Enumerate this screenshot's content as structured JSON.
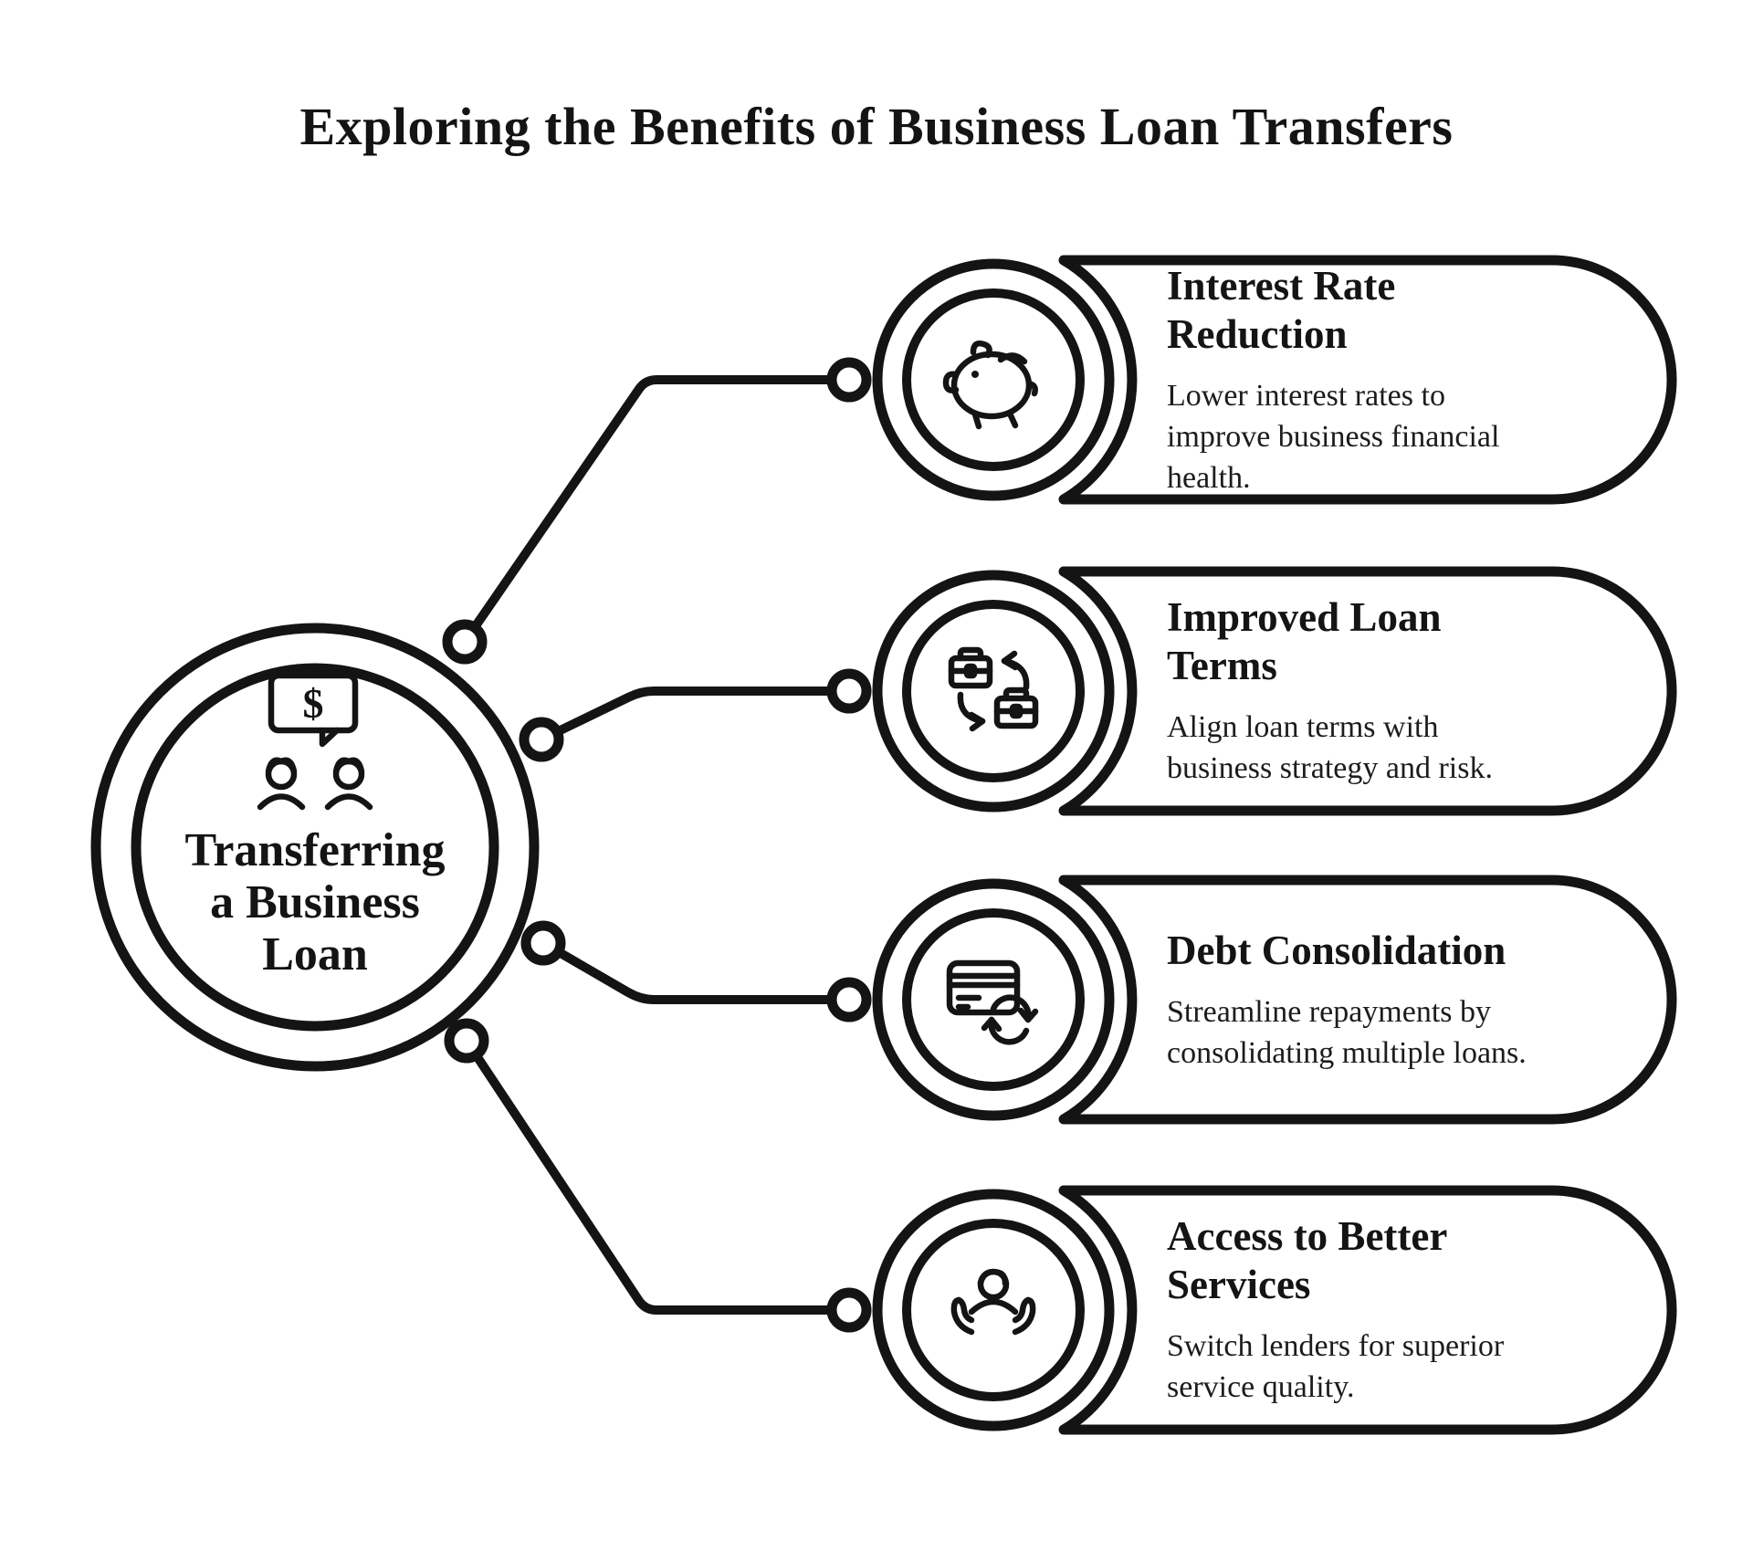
{
  "main": {
    "title": "Exploring the Benefits of Business Loan Transfers"
  },
  "colors": {
    "ink": "#141414",
    "background": "#ffffff"
  },
  "center": {
    "label_lines": [
      "Transferring",
      "a Business",
      "Loan"
    ],
    "icon": "dollar-speech-bubble-people-icon",
    "dollar_sign": "$"
  },
  "items": [
    {
      "icon": "piggy-bank-icon",
      "title_lines": [
        "Interest Rate",
        "Reduction"
      ],
      "desc_lines": [
        "Lower interest rates to",
        "improve business financial",
        "health."
      ]
    },
    {
      "icon": "briefcase-swap-icon",
      "title_lines": [
        "Improved Loan",
        "Terms"
      ],
      "desc_lines": [
        "Align loan terms with",
        "business strategy and risk."
      ]
    },
    {
      "icon": "credit-card-refresh-icon",
      "title_lines": [
        "Debt Consolidation"
      ],
      "desc_lines": [
        "Streamline repayments by",
        "consolidating multiple loans."
      ]
    },
    {
      "icon": "person-in-hands-icon",
      "title_lines": [
        "Access to Better",
        "Services"
      ],
      "desc_lines": [
        "Switch lenders for superior",
        "service quality."
      ]
    }
  ]
}
